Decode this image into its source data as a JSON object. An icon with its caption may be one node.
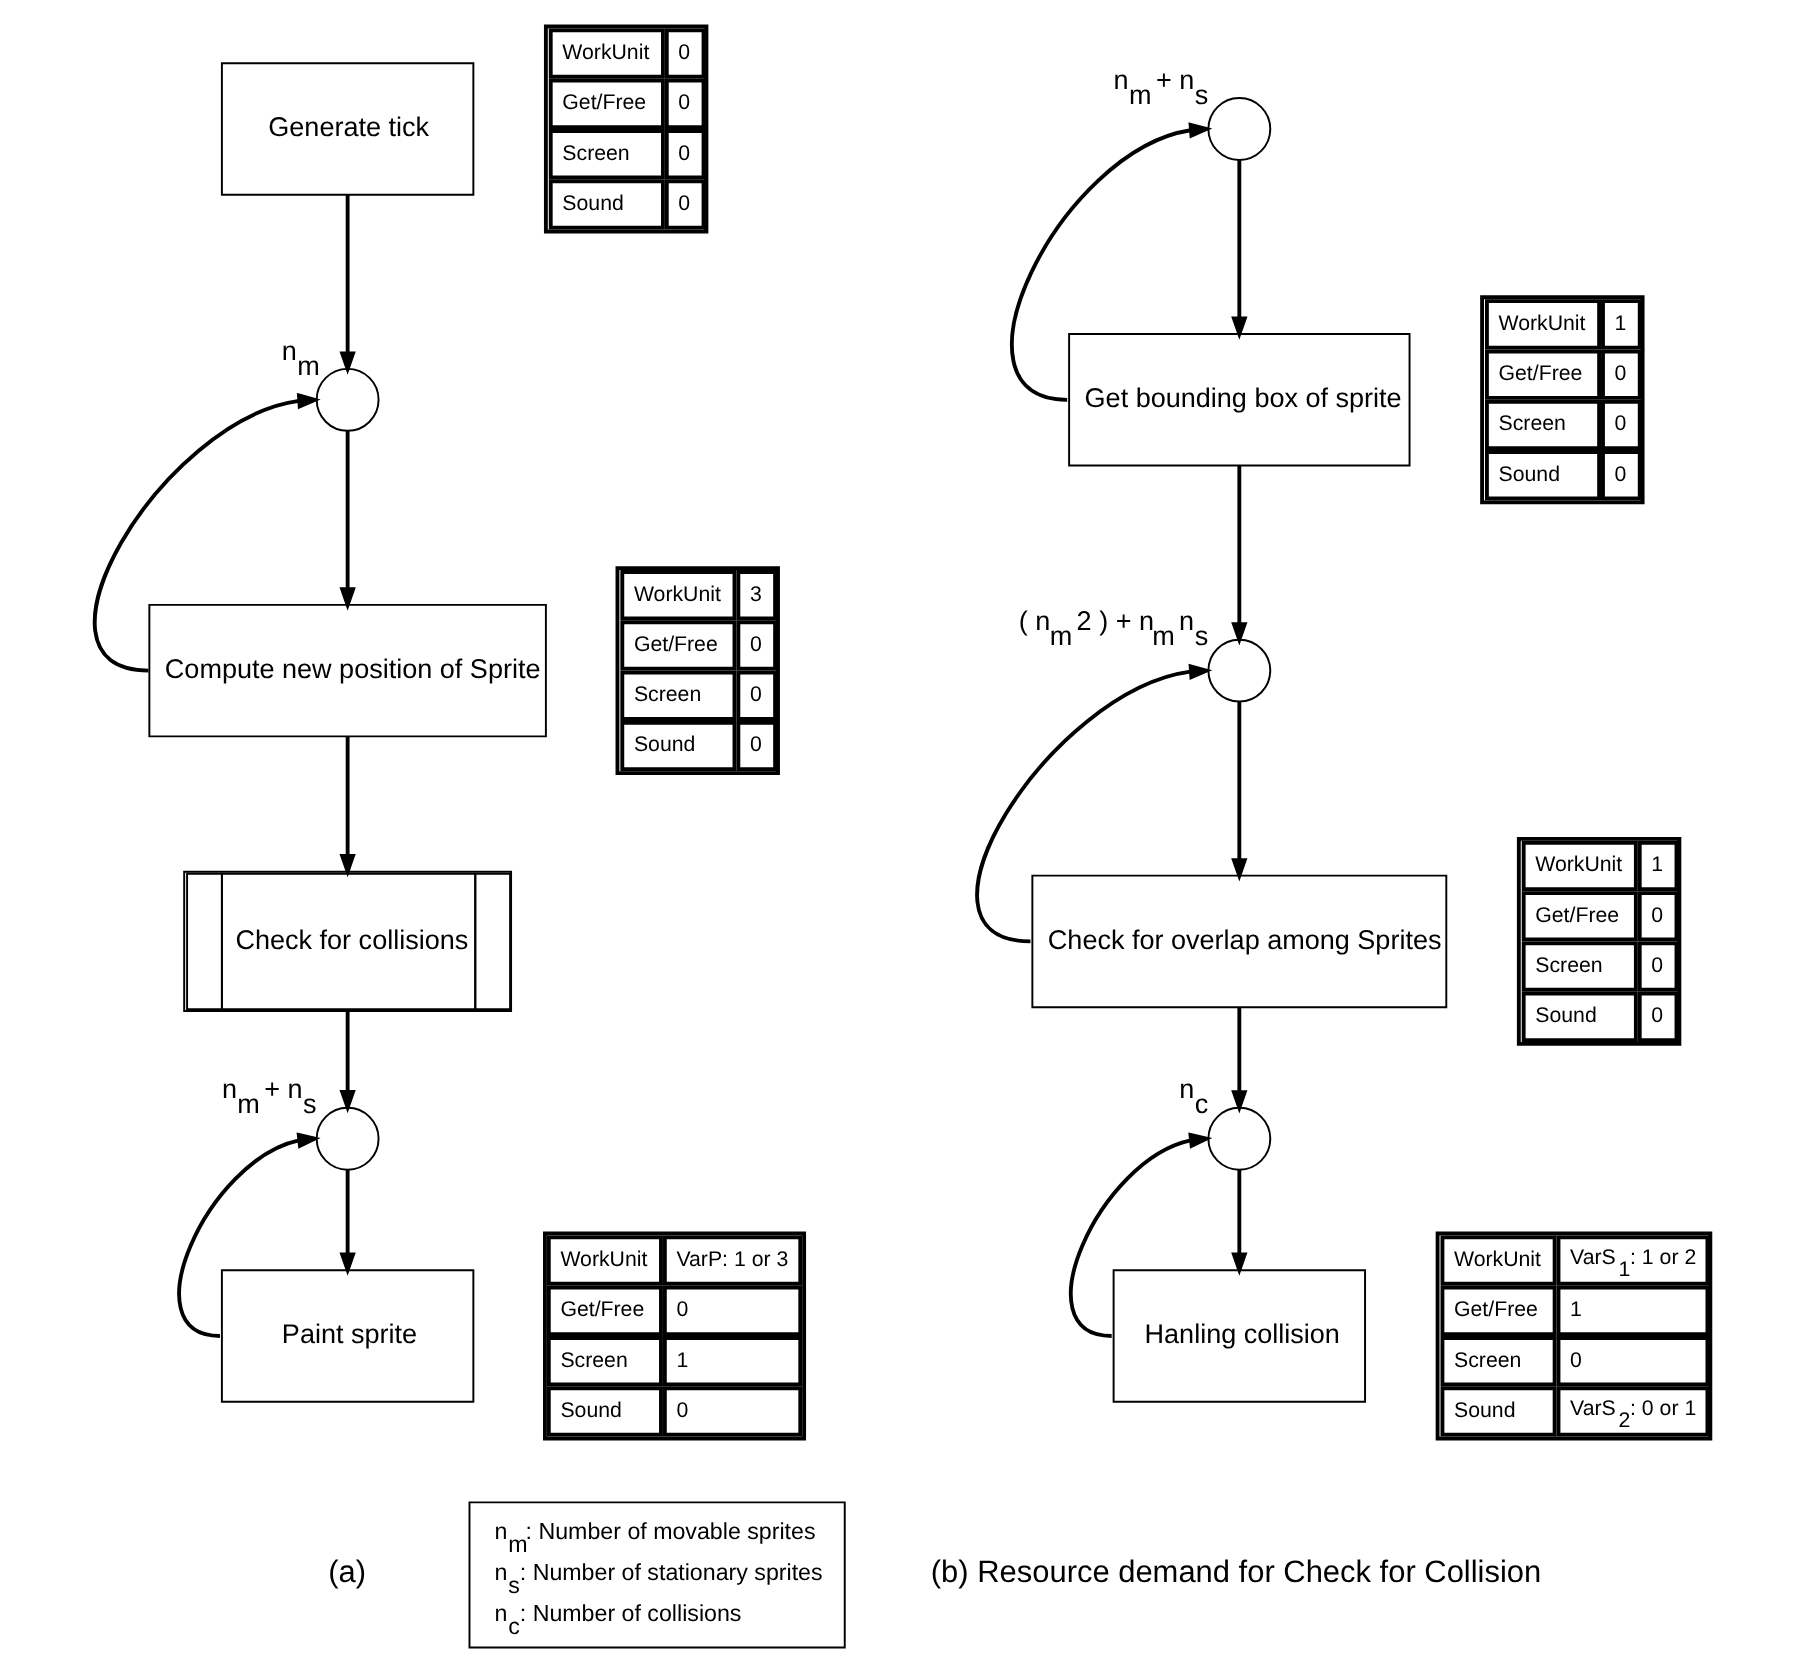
{
  "diagram": {
    "nodes": [
      {
        "text": [
          "Generate tick"
        ]
      },
      {
        "text": [
          "WorkUnit",
          "0",
          "Get/Free",
          "0",
          "Screen",
          "0",
          "Sound",
          "0"
        ]
      },
      {
        "text": [],
        "shape": "circle",
        "beside": [
          "n$_{m}$"
        ]
      },
      {
        "text": [
          "Compute new position of Sprite"
        ]
      },
      {
        "text": [
          "WorkUnit",
          "3",
          "Get/Free",
          "0",
          "Screen",
          "0",
          "Sound",
          "0"
        ]
      },
      {
        "text": [
          "Check for collisions"
        ]
      },
      {
        "text": [],
        "shape": "circle",
        "beside": [
          "n$_{m}$ + n$_{s}$"
        ]
      },
      {
        "text": [
          "Paint sprite"
        ]
      },
      {
        "text": [
          "WorkUnit",
          "VarP: 1 or 3",
          "Get/Free",
          "0",
          "Screen",
          "1",
          "Sound",
          "0"
        ]
      },
      {
        "text": [],
        "shape": "circle",
        "beside": [
          "n$_{m}$ + n$_{s}$"
        ]
      },
      {
        "text": [
          "Get bounding box of sprite"
        ]
      },
      {
        "text": [
          "WorkUnit",
          "1",
          "Get/Free",
          "0",
          "Screen",
          "0",
          "Sound",
          "0"
        ]
      },
      {
        "text": [],
        "shape": "circle",
        "beside": [
          "( n$_{m}$ 2 ) + n$_{m}$ n$_{s}$"
        ]
      },
      {
        "text": [
          "Check for overlap among Sprites"
        ]
      },
      {
        "text": [
          "WorkUnit",
          "1",
          "Get/Free",
          "0",
          "Screen",
          "0",
          "Sound",
          "0"
        ]
      },
      {
        "text": [],
        "shape": "circle",
        "beside": [
          "n$_{c}$"
        ]
      },
      {
        "text": [
          "Hanling collision"
        ]
      },
      {
        "text": [
          "WorkUnit",
          "VarS$_{1}$: 1 or 2",
          "Get/Free",
          "1",
          "Screen",
          "0",
          "Sound",
          "VarS$_{2}$: 0 or 1"
        ]
      },
      {
        "text": [
          "n$_{m}$: Number of movable sprites",
          "n$_{s}$: Number of stationary sprites",
          "n$_{c}$: Number of collisions"
        ]
      }
    ],
    "edges": [
      {
        "from": 0,
        "to": 2,
        "arrow": "to"
      },
      {
        "from": 2,
        "to": 3,
        "arrow": "to"
      },
      {
        "from": 3,
        "to": 2,
        "arrow": "to"
      },
      {
        "from": 3,
        "to": 5,
        "arrow": "to"
      },
      {
        "from": 5,
        "to": 6,
        "arrow": "to"
      },
      {
        "from": 6,
        "to": 7,
        "arrow": "to"
      },
      {
        "from": 7,
        "to": 6,
        "arrow": "to"
      },
      {
        "from": 9,
        "to": 10,
        "arrow": "to"
      },
      {
        "from": 10,
        "to": 9,
        "arrow": "to"
      },
      {
        "from": 10,
        "to": 12,
        "arrow": "to"
      },
      {
        "from": 12,
        "to": 13,
        "arrow": "to"
      },
      {
        "from": 13,
        "to": 12,
        "arrow": "to"
      },
      {
        "from": 13,
        "to": 15,
        "arrow": "to"
      },
      {
        "from": 15,
        "to": 16,
        "arrow": "to"
      },
      {
        "from": 16,
        "to": 15,
        "arrow": "to"
      }
    ],
    "labels": [
      "(a)",
      "(b) Resource demand for Check for Collision"
    ]
  }
}
